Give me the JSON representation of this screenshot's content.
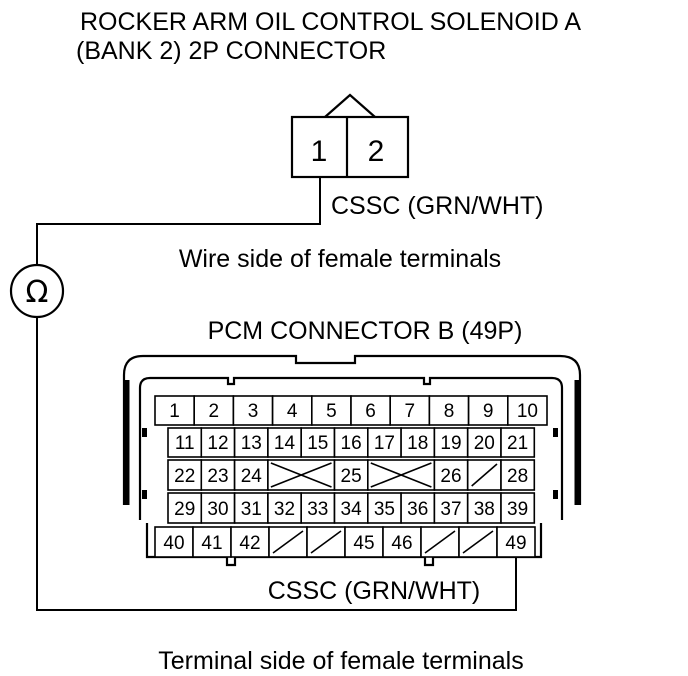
{
  "title": {
    "line1": "ROCKER ARM OIL CONTROL SOLENOID A",
    "line2": "(BANK 2) 2P CONNECTOR"
  },
  "solenoid_connector": {
    "pins": [
      "1",
      "2"
    ],
    "wire_label": "CSSC (GRN/WHT)",
    "caption": "Wire side of female terminals"
  },
  "meter": {
    "symbol": "Ω",
    "icon": "ohmmeter-icon"
  },
  "pcm_connector": {
    "title": "PCM CONNECTOR B (49P)",
    "wire_label": "CSSC (GRN/WHT)",
    "caption": "Terminal side of female terminals",
    "rows": [
      [
        "1",
        "2",
        "3",
        "4",
        "5",
        "6",
        "7",
        "8",
        "9",
        "10"
      ],
      [
        "11",
        "12",
        "13",
        "14",
        "15",
        "16",
        "17",
        "18",
        "19",
        "20",
        "21"
      ],
      [
        "22",
        "23",
        "24",
        "x",
        "25",
        "x",
        "26",
        "/",
        "28"
      ],
      [
        "29",
        "30",
        "31",
        "32",
        "33",
        "34",
        "35",
        "36",
        "37",
        "38",
        "39"
      ],
      [
        "40",
        "41",
        "42",
        "/",
        "/",
        "45",
        "46",
        "/",
        "/",
        "49"
      ]
    ]
  }
}
